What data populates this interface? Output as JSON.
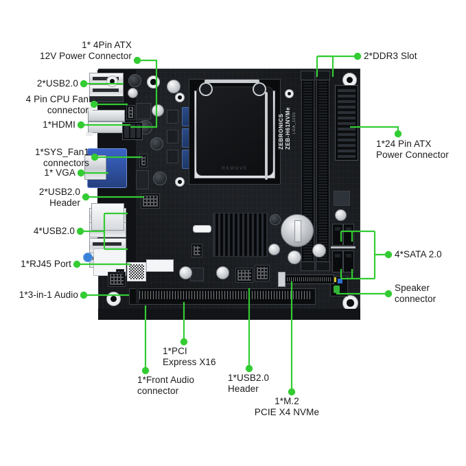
{
  "product": {
    "brand": "ZEBRONICS",
    "model": "ZEB-H61NVMe",
    "socket_marking": "LGA_1155",
    "socket_cover_text": "REMOVE",
    "accent_color": "#33cc33",
    "label_color": "#1a1a1a",
    "pcb_color": "#16181b"
  },
  "annotations": {
    "left": [
      {
        "id": "atx-12v",
        "label": "1* 4Pin ATX\n12V Power Connector"
      },
      {
        "id": "usb20-rear-2",
        "label": "2*USB2.0"
      },
      {
        "id": "cpu-fan",
        "label": "4 Pin CPU Fan\nconnector"
      },
      {
        "id": "hdmi",
        "label": "1*HDMI"
      },
      {
        "id": "sys-fan1",
        "label": "1*SYS_Fan1\nconnectors"
      },
      {
        "id": "vga",
        "label": "1* VGA"
      },
      {
        "id": "usb20-header-2",
        "label": "2*USB2.0\nHeader"
      },
      {
        "id": "usb20-rear-4",
        "label": "4*USB2.0"
      },
      {
        "id": "rj45",
        "label": "1*RJ45 Port"
      },
      {
        "id": "audio-3in1",
        "label": "1*3-in-1 Audio"
      }
    ],
    "right": [
      {
        "id": "ddr3",
        "label": "2*DDR3 Slot"
      },
      {
        "id": "atx-24",
        "label": "1*24 Pin ATX\nPower Connector"
      },
      {
        "id": "sata",
        "label": "4*SATA 2.0"
      },
      {
        "id": "speaker",
        "label": "Speaker\nconnector"
      }
    ],
    "bottom": [
      {
        "id": "pci-express",
        "label": "1*PCI\nExpress X16"
      },
      {
        "id": "front-audio",
        "label": "1*Front Audio\nconnector"
      },
      {
        "id": "usb20-header-1",
        "label": "1*USB2.0\nHeader"
      },
      {
        "id": "m2-nvme",
        "label": "1*M.2\nPCIE X4 NVMe"
      }
    ]
  }
}
